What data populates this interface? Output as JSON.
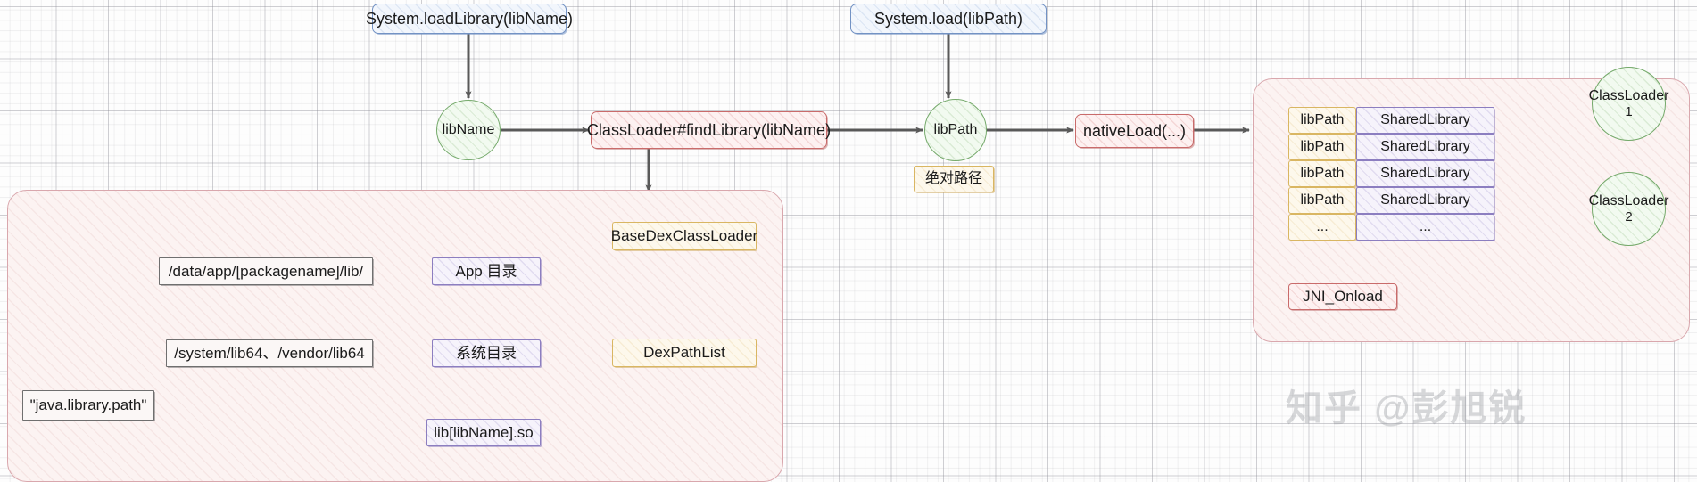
{
  "diagram": {
    "title": "Android System.loadLibrary / System.load native library loading flow",
    "watermark": "知乎 @彭旭锐",
    "colors": {
      "blue_border": "#7292c4",
      "red_border": "#c96b6b",
      "green_border": "#74a96a",
      "yellow_border": "#d9b662",
      "purple_border": "#8c7ec0",
      "plain_border": "#6f6f6f",
      "panel_border": "#d9a7ad",
      "arrow": "#595959",
      "background": "#fdfdfd"
    }
  },
  "entry_nodes": {
    "load_library": "System.loadLibrary(libName)",
    "load": "System.load(libPath)"
  },
  "flow": {
    "lib_name": "libName",
    "find_library": "ClassLoader#findLibrary(libName)",
    "lib_path": "libPath",
    "lib_path_note": "绝对路径",
    "native_load": "nativeLoad(...)"
  },
  "classloader_chain": {
    "base_dex_class_loader": "BaseDexClassLoader",
    "dex_path_list": "DexPathList"
  },
  "search_paths_panel": {
    "app_dir_path": "/data/app/[packagename]/lib/",
    "app_dir_label": "App 目录",
    "system_dir_path": "/system/lib64、/vendor/lib64",
    "system_dir_label": "系统目录",
    "java_library_path": "\"java.library.path\"",
    "so_file_name": "lib[libName].so"
  },
  "runtime_panel": {
    "table": {
      "columns": [
        "libPath",
        "SharedLibrary"
      ],
      "rows": [
        [
          "libPath",
          "SharedLibrary"
        ],
        [
          "libPath",
          "SharedLibrary"
        ],
        [
          "libPath",
          "SharedLibrary"
        ],
        [
          "libPath",
          "SharedLibrary"
        ],
        [
          "...",
          "..."
        ]
      ]
    },
    "class_loaders": [
      {
        "name": "ClassLoader",
        "index": "1"
      },
      {
        "name": "ClassLoader",
        "index": "2"
      }
    ],
    "jni_onload": "JNI_Onload"
  }
}
